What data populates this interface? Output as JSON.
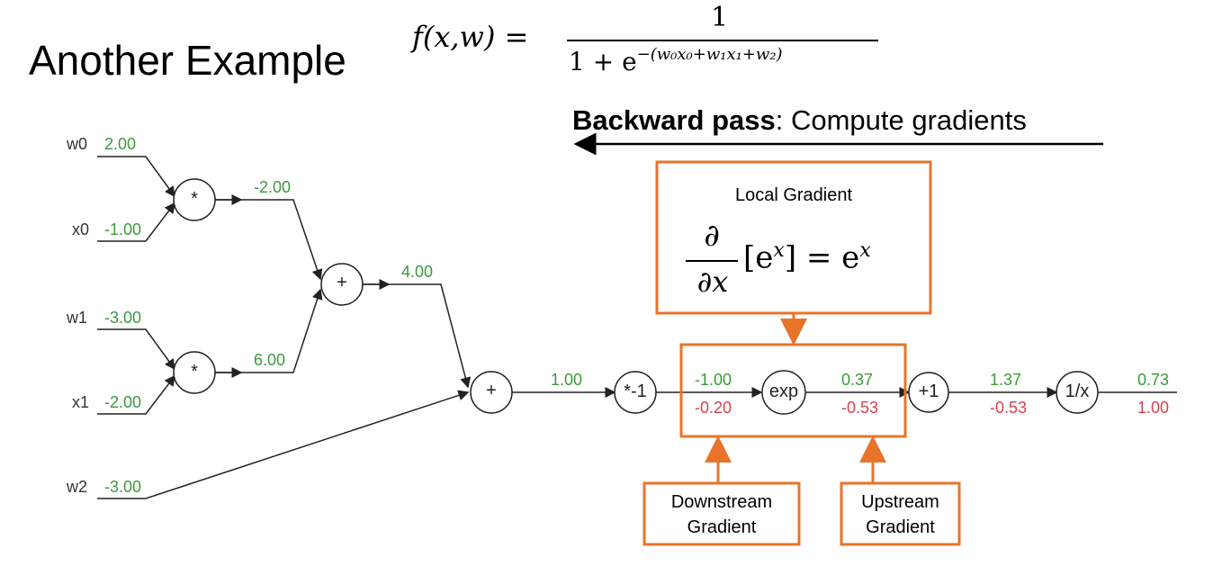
{
  "header": {
    "title": "Another Example",
    "formula_lhs": "f(x,w) =",
    "formula_numerator": "1",
    "formula_denominator_base": "1 + e",
    "formula_exponent": "−(w₀x₀+w₁x₁+w₂)"
  },
  "backward_pass": {
    "bold": "Backward pass",
    "rest": ": Compute gradients"
  },
  "local_gradient": {
    "title": "Local Gradient",
    "d_top": "∂",
    "d_bottom": "∂x",
    "bracket": "[e",
    "bracket_exp": "x",
    "bracket_close": "] = e",
    "rhs_exp": "x"
  },
  "callouts": {
    "downstream": [
      "Downstream",
      "Gradient"
    ],
    "upstream": [
      "Upstream",
      "Gradient"
    ]
  },
  "inputs": {
    "w0": {
      "label": "w0",
      "value": "2.00"
    },
    "x0": {
      "label": "x0",
      "value": "-1.00"
    },
    "w1": {
      "label": "w1",
      "value": "-3.00"
    },
    "x1": {
      "label": "x1",
      "value": "-2.00"
    },
    "w2": {
      "label": "w2",
      "value": "-3.00"
    }
  },
  "nodes": {
    "mul0": "*",
    "mul1": "*",
    "add0": "+",
    "add1": "+",
    "neg": "*-1",
    "exp": "exp",
    "plus1": "+1",
    "recip": "1/x"
  },
  "edges": {
    "mul0_out": "-2.00",
    "mul1_out": "6.00",
    "add0_out": "4.00",
    "add1_out": "1.00",
    "neg_out_fwd": "-1.00",
    "neg_out_grad": "-0.20",
    "exp_out_fwd": "0.37",
    "exp_out_grad": "-0.53",
    "plus1_out_fwd": "1.37",
    "plus1_out_grad": "-0.53",
    "recip_out_fwd": "0.73",
    "recip_out_grad": "1.00"
  },
  "colors": {
    "forward": "#3c9a3c",
    "gradient": "#d9434b",
    "highlight": "#e8742a"
  }
}
